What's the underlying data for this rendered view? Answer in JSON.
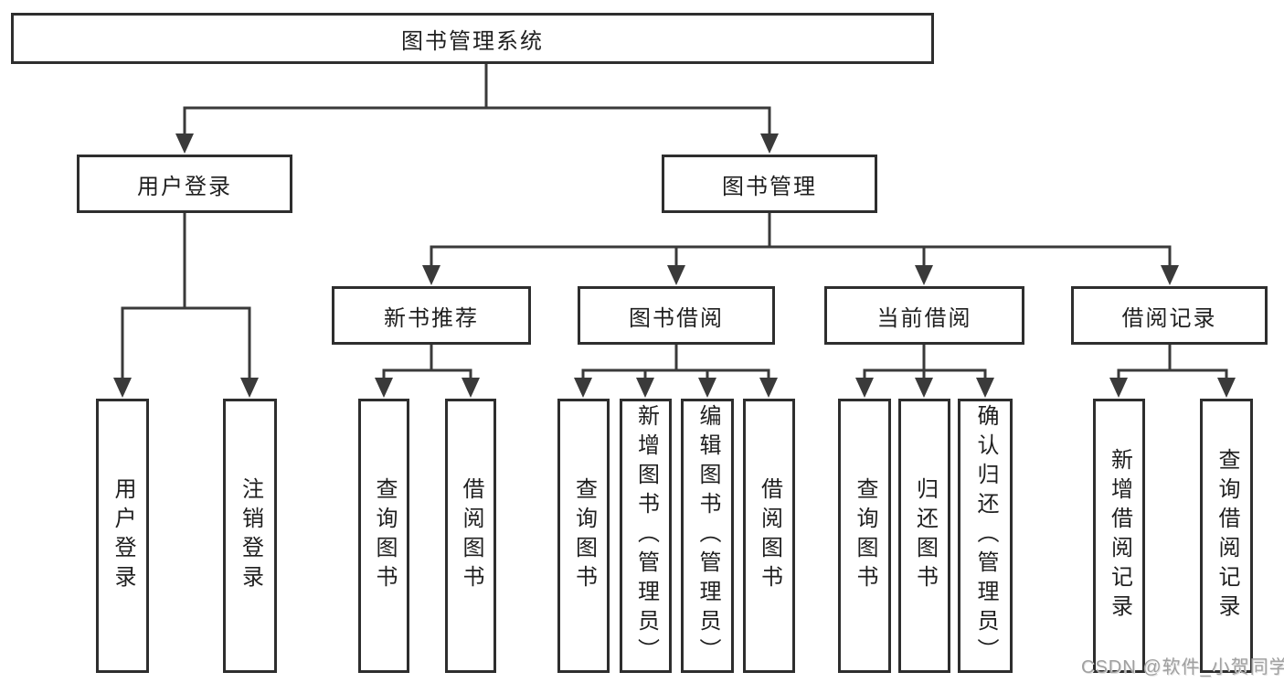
{
  "nodes": {
    "root": "图书管理系统",
    "login": "用户登录",
    "manage": "图书管理",
    "recommend": "新书推荐",
    "borrow": "图书借阅",
    "current": "当前借阅",
    "records": "借阅记录"
  },
  "leaves": {
    "login": [
      "用户登录",
      "注销登录"
    ],
    "recommend": [
      "查询图书",
      "借阅图书"
    ],
    "borrow": [
      "查询图书",
      "新增图书（管理员）",
      "编辑图书（管理员）",
      "借阅图书"
    ],
    "current": [
      "查询图书",
      "归还图书",
      "确认归还（管理员）"
    ],
    "records": [
      "新增借阅记录",
      "查询借阅记录"
    ]
  },
  "watermark": "CSDN @软件_小贺同学",
  "colors": {
    "line": "#3a3a3a",
    "box_border": "#2e2e2e",
    "text": "#1f1f1f",
    "watermark": "#a0a0a0",
    "background": "#ffffff"
  }
}
